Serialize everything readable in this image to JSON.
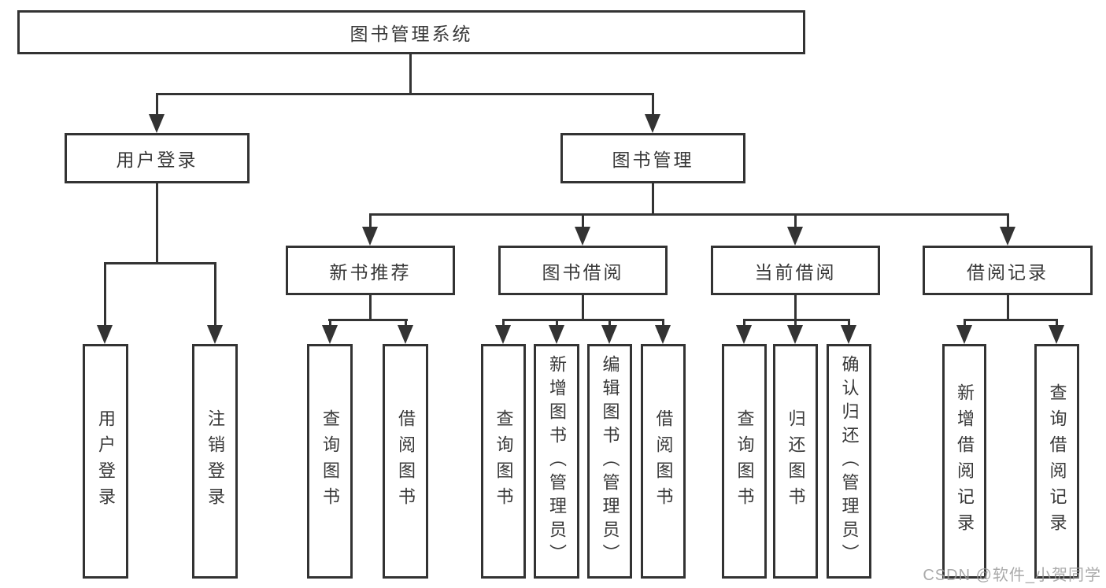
{
  "diagram": {
    "title": "图书管理系统",
    "tree": {
      "label": "图书管理系统",
      "children": [
        {
          "label": "用户登录",
          "children": [
            {
              "label": "用户登录"
            },
            {
              "label": "注销登录"
            }
          ]
        },
        {
          "label": "图书管理",
          "children": [
            {
              "label": "新书推荐",
              "children": [
                {
                  "label": "查询图书"
                },
                {
                  "label": "借阅图书"
                }
              ]
            },
            {
              "label": "图书借阅",
              "children": [
                {
                  "label": "查询图书"
                },
                {
                  "label": "新增图书（管理员）"
                },
                {
                  "label": "编辑图书（管理员）"
                },
                {
                  "label": "借阅图书"
                }
              ]
            },
            {
              "label": "当前借阅",
              "children": [
                {
                  "label": "查询图书"
                },
                {
                  "label": "归还图书"
                },
                {
                  "label": "确认归还（管理员）"
                }
              ]
            },
            {
              "label": "借阅记录",
              "children": [
                {
                  "label": "新增借阅记录"
                },
                {
                  "label": "查询借阅记录"
                }
              ]
            }
          ]
        }
      ]
    }
  },
  "watermark": {
    "text": "CSDN @软件_小贺同学"
  },
  "colors": {
    "line": "#333333",
    "text": "#383838",
    "watermark": "#9c9c9c",
    "background": "#ffffff"
  }
}
